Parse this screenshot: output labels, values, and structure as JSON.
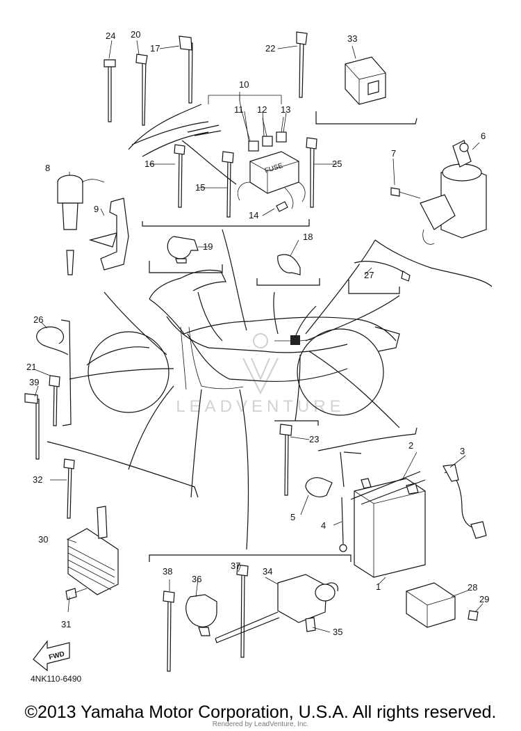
{
  "diagram": {
    "part_code": "4NK110-6490",
    "watermark_text": "LEADVENTURE",
    "fwd_label": "FWD",
    "fuse_label": "FUSE",
    "callouts": [
      "1",
      "2",
      "3",
      "4",
      "5",
      "6",
      "7",
      "8",
      "9",
      "10",
      "11",
      "12",
      "13",
      "14",
      "15",
      "16",
      "17",
      "18",
      "19",
      "20",
      "21",
      "22",
      "23",
      "24",
      "25",
      "26",
      "27",
      "28",
      "29",
      "30",
      "31",
      "32",
      "33",
      "34",
      "35",
      "36",
      "37",
      "38",
      "39"
    ]
  },
  "footer": {
    "copyright": "©2013 Yamaha Motor Corporation, U.S.A. All rights reserved.",
    "render_credit": "Rendered by LeadVenture, Inc."
  },
  "colors": {
    "ink": "#111111",
    "watermark": "#cfcfcf",
    "background": "#ffffff"
  }
}
